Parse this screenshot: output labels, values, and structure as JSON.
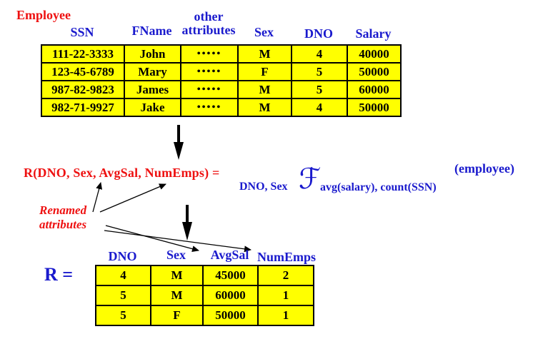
{
  "colors": {
    "accent_red": "#ee1111",
    "accent_blue": "#1a1acd",
    "cell_yellow": "#ffff00",
    "border_black": "#000000",
    "background": "#ffffff"
  },
  "employee": {
    "title": "Employee",
    "headers": {
      "ssn": "SSN",
      "fname": "FName",
      "other_line1": "other",
      "other_line2": "attributes",
      "sex": "Sex",
      "dno": "DNO",
      "salary": "Salary"
    },
    "rows": [
      [
        "111-22-3333",
        "John",
        "•••••",
        "M",
        "4",
        "40000"
      ],
      [
        "123-45-6789",
        "Mary",
        "•••••",
        "F",
        "5",
        "50000"
      ],
      [
        "987-82-9823",
        "James",
        "•••••",
        "M",
        "5",
        "60000"
      ],
      [
        "982-71-9927",
        "Jake",
        "•••••",
        "M",
        "4",
        "50000"
      ]
    ]
  },
  "formula": {
    "lhs": "R(DNO, Sex, AvgSal, NumEmps) =",
    "groupby": "DNO, Sex",
    "f_symbol": "ℱ",
    "aggregates": "avg(salary), count(SSN)",
    "relation": "(employee)"
  },
  "annotation": {
    "line1": "Renamed",
    "line2": "attributes"
  },
  "result": {
    "label": "R =",
    "headers": [
      "DNO",
      "Sex",
      "AvgSal",
      "NumEmps"
    ],
    "rows": [
      [
        "4",
        "M",
        "45000",
        "2"
      ],
      [
        "5",
        "M",
        "60000",
        "1"
      ],
      [
        "5",
        "F",
        "50000",
        "1"
      ]
    ]
  }
}
